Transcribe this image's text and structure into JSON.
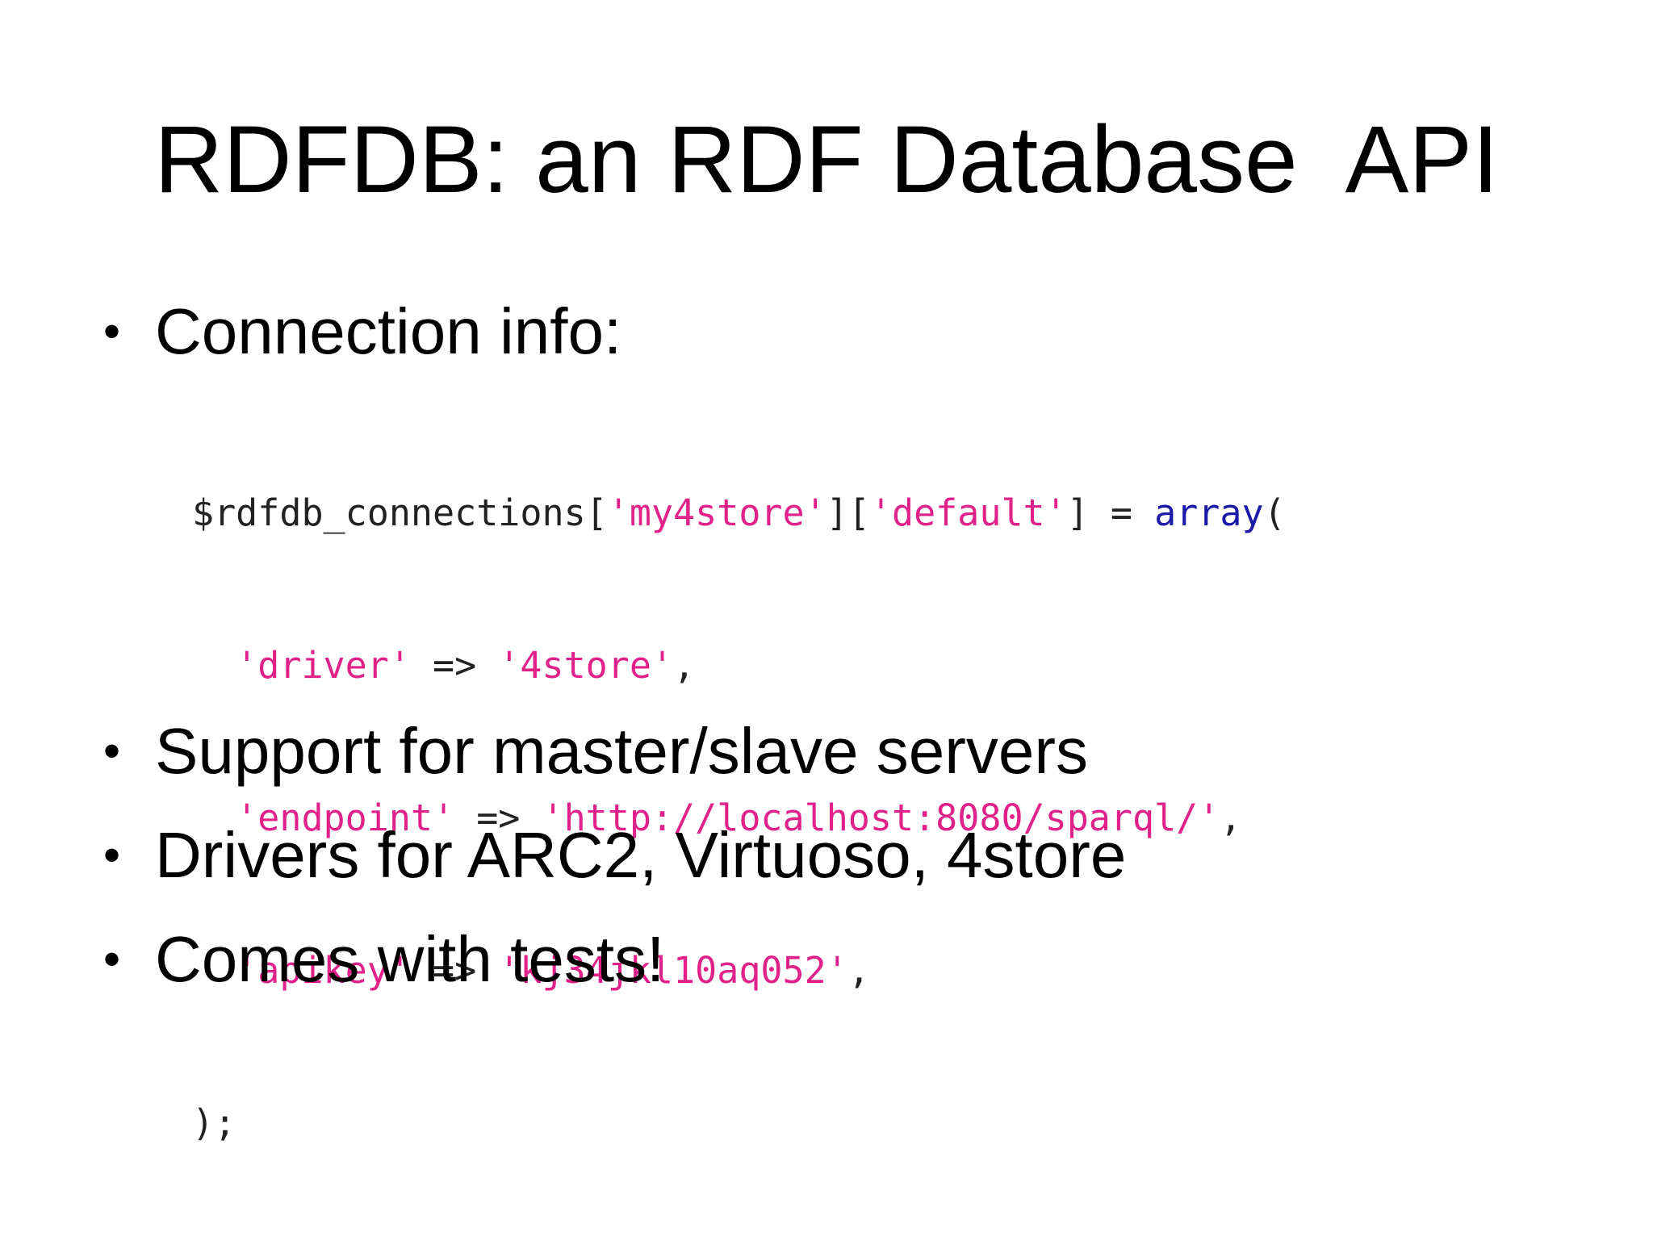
{
  "slide": {
    "title": "RDFDB: an RDF Database  API",
    "bullets": [
      {
        "text": "Connection info:"
      },
      {
        "text": "Support for master/slave servers"
      },
      {
        "text": "Drivers for ARC2, Virtuoso, 4store"
      },
      {
        "text": "Comes with tests!"
      }
    ],
    "bullet_glyph": "•",
    "code": {
      "line1": {
        "var": "$rdfdb_connections[",
        "key1": "'my4store'",
        "mid": "][",
        "key2": "'default'",
        "eq": "] = ",
        "fn": "array",
        "open": "("
      },
      "line2": {
        "key": "'driver'",
        "arrow": " => ",
        "val": "'4store'",
        "end": ","
      },
      "line3": {
        "key": "'endpoint'",
        "arrow": " => ",
        "val": "'http://localhost:8080/sparql/'",
        "end": ","
      },
      "line4": {
        "key": "'apikey'",
        "arrow": " => ",
        "val": "'kj34jkl10aq052'",
        "end": ","
      },
      "line5": {
        "close": ");"
      }
    },
    "colors": {
      "string": "#e0218a",
      "keyword": "#1a1aa6",
      "code_text": "#222222"
    }
  }
}
